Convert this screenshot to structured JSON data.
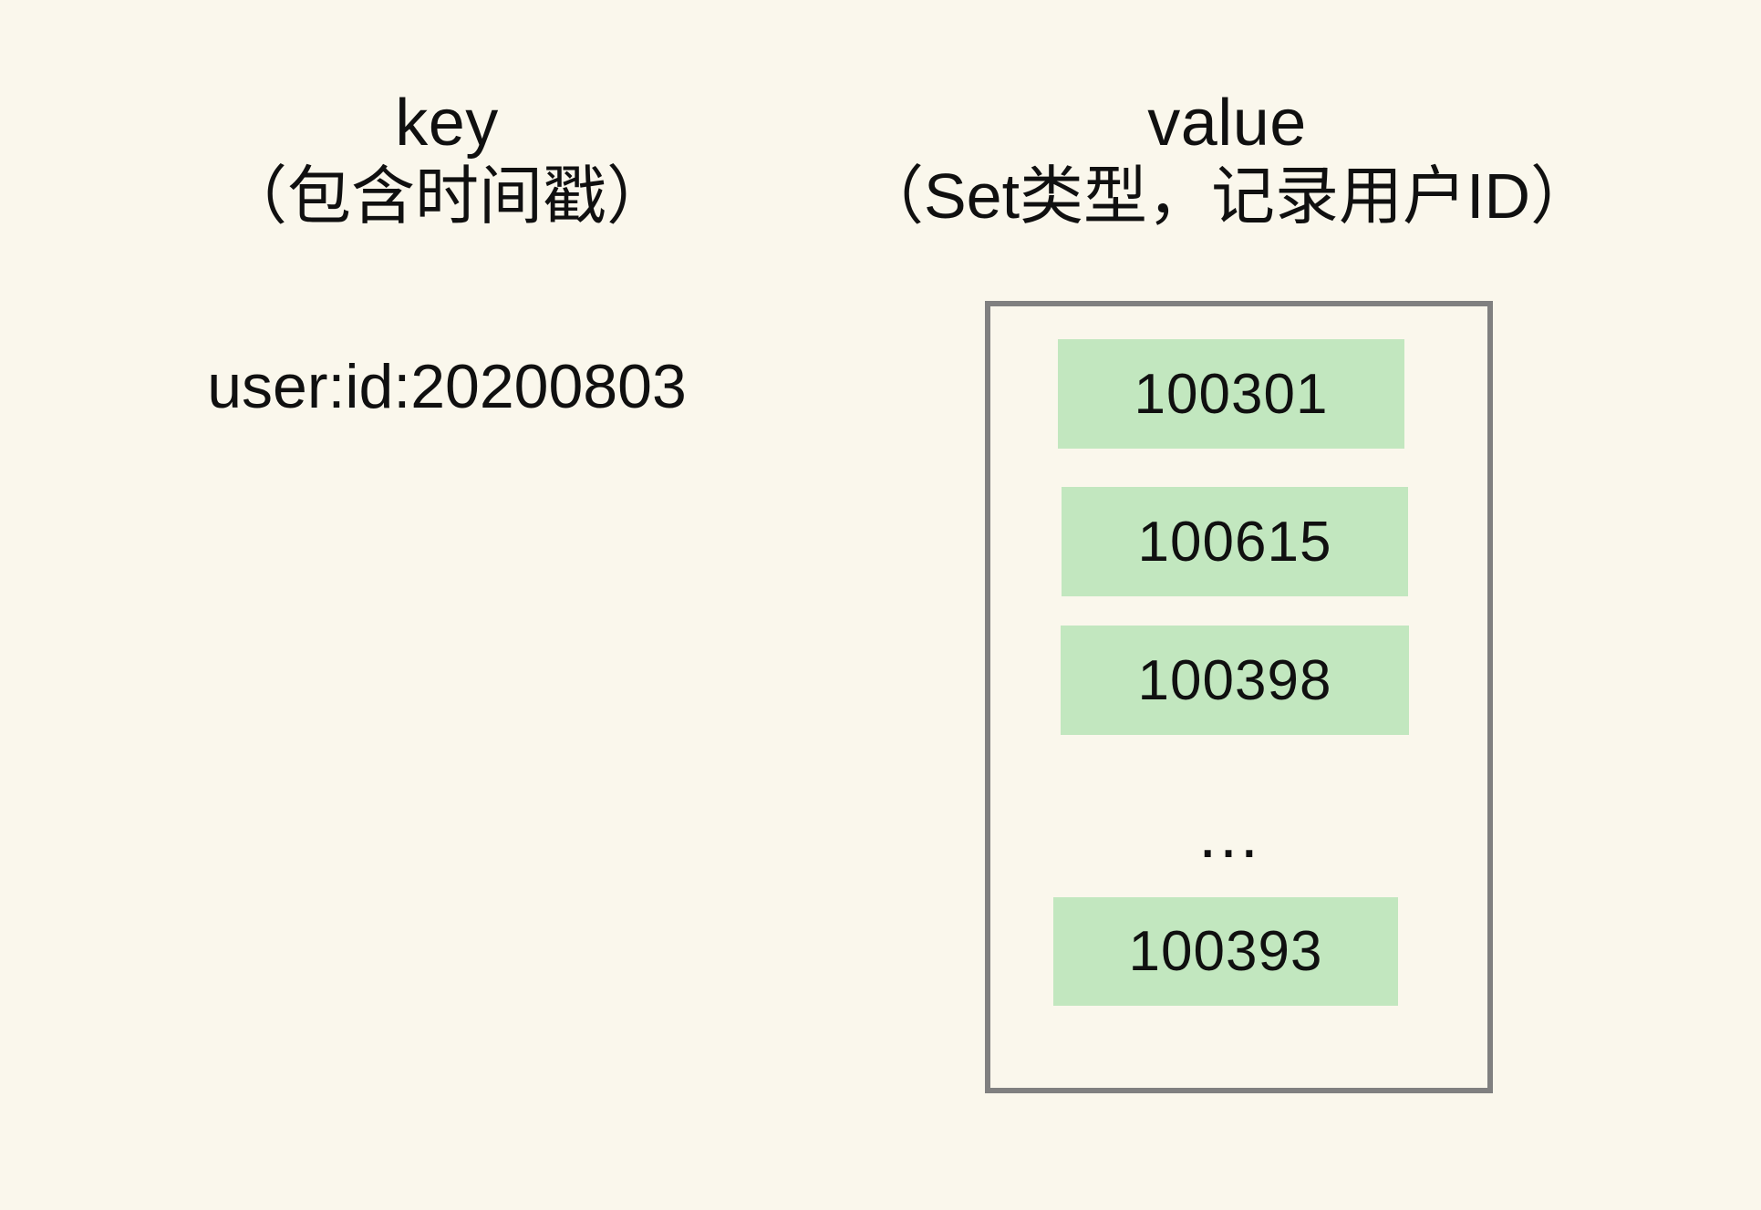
{
  "diagram": {
    "background_color": "#faf7ec",
    "accent_color": "#c2e7bf",
    "border_color": "#808080",
    "text_color": "#101010",
    "columns": {
      "key": {
        "title": "key",
        "subtitle": "（包含时间戳）",
        "value": "user:id:20200803"
      },
      "value": {
        "title": "value",
        "subtitle": "（Set类型，记录用户ID）",
        "members": [
          {
            "id": "100301"
          },
          {
            "id": "100615"
          },
          {
            "id": "100398"
          },
          {
            "id": "100393"
          }
        ],
        "ellipsis": "…"
      }
    }
  }
}
